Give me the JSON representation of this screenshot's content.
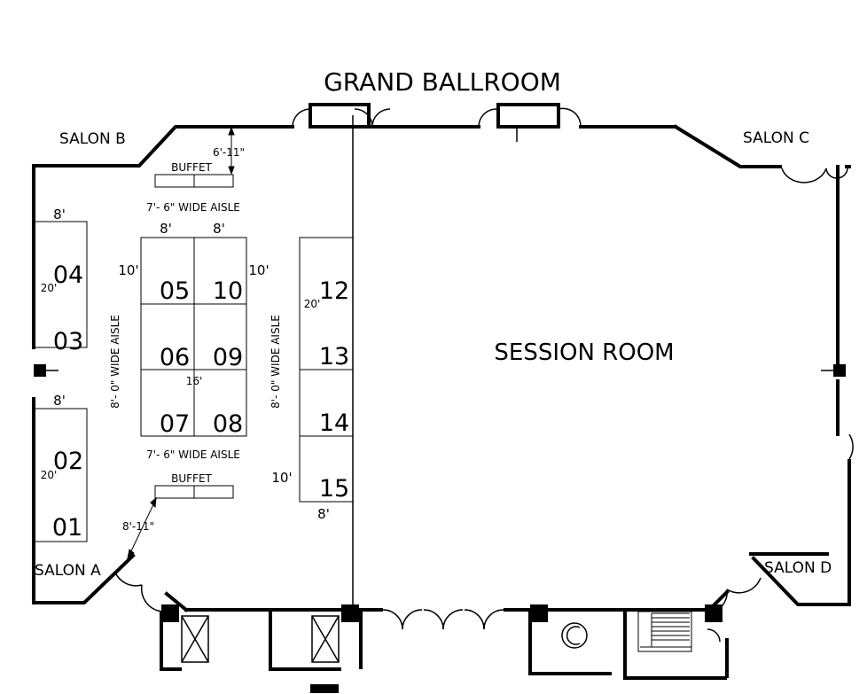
{
  "title": "GRAND BALLROOM",
  "session_room": "SESSION ROOM",
  "salons": {
    "a": "SALON A",
    "b": "SALON B",
    "c": "SALON C",
    "d": "SALON D"
  },
  "aisles": {
    "top": "7'- 6\" WIDE AISLE",
    "bottom": "7'- 6\" WIDE AISLE",
    "left_vertical": "8'- 0\" WIDE AISLE",
    "right_vertical": "8'- 0\" WIDE AISLE"
  },
  "buffets": [
    "BUFFET",
    "BUFFET"
  ],
  "booths": [
    "01",
    "02",
    "03",
    "04",
    "05",
    "06",
    "07",
    "08",
    "09",
    "10",
    "12",
    "13",
    "14",
    "15"
  ],
  "dimensions": {
    "top_clearance": "6'-11\"",
    "bottom_clearance": "8'-11\"",
    "left_top_width": "8'",
    "left_bottom_width": "8'",
    "left_depth_top": "20'",
    "left_depth_bottom": "20'",
    "island_col_a": "8'",
    "island_col_b": "8'",
    "island_row_left": "10'",
    "island_row_right": "10'",
    "island_center": "16'",
    "right_depth": "20'",
    "right_row": "10'",
    "right_width": "8'"
  }
}
